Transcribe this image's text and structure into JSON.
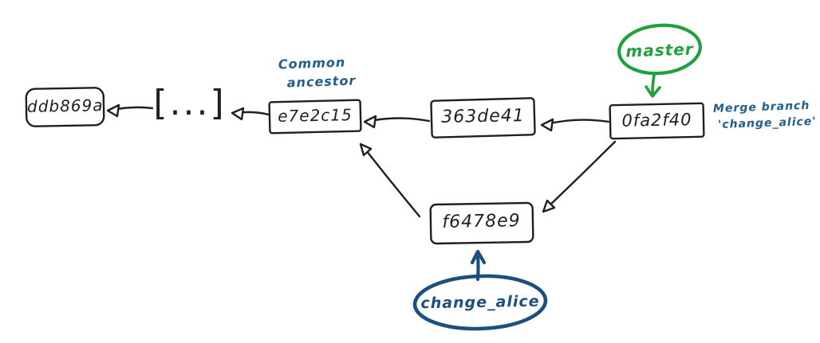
{
  "diagram_type": "git-commit-graph",
  "colors": {
    "ink": "#1f1f1f",
    "master_green": "#1fa23e",
    "change_alice_blue": "#1c4f7f",
    "annotation_blue": "#215e8e",
    "background": "#ffffff"
  },
  "commits": {
    "ddb869a": {
      "label": "ddb869a"
    },
    "older": {
      "label": "[...]"
    },
    "e7e2c15": {
      "label": "e7e2c15"
    },
    "c363de41": {
      "label": "363de41"
    },
    "c0fa2f40": {
      "label": "0fa2f40"
    },
    "f6478e9": {
      "label": "f6478e9"
    }
  },
  "edges": [
    {
      "from": "[...]",
      "to": "ddb869a"
    },
    {
      "from": "e7e2c15",
      "to": "[...]"
    },
    {
      "from": "363de41",
      "to": "e7e2c15"
    },
    {
      "from": "0fa2f40",
      "to": "363de41"
    },
    {
      "from": "0fa2f40",
      "to": "f6478e9"
    },
    {
      "from": "f6478e9",
      "to": "e7e2c15"
    }
  ],
  "branches": {
    "master": {
      "label": "master",
      "points_to": "0fa2f40",
      "color": "#1fa23e"
    },
    "change_alice": {
      "label": "change_alice",
      "points_to": "f6478e9",
      "color": "#1c4f7f"
    }
  },
  "annotations": {
    "common_ancestor": {
      "line1": "Common",
      "line2": "ancestor",
      "near": "e7e2c15"
    },
    "merge_branch": {
      "line1": "Merge branch",
      "line2": "'change_alice'",
      "near": "0fa2f40"
    }
  }
}
